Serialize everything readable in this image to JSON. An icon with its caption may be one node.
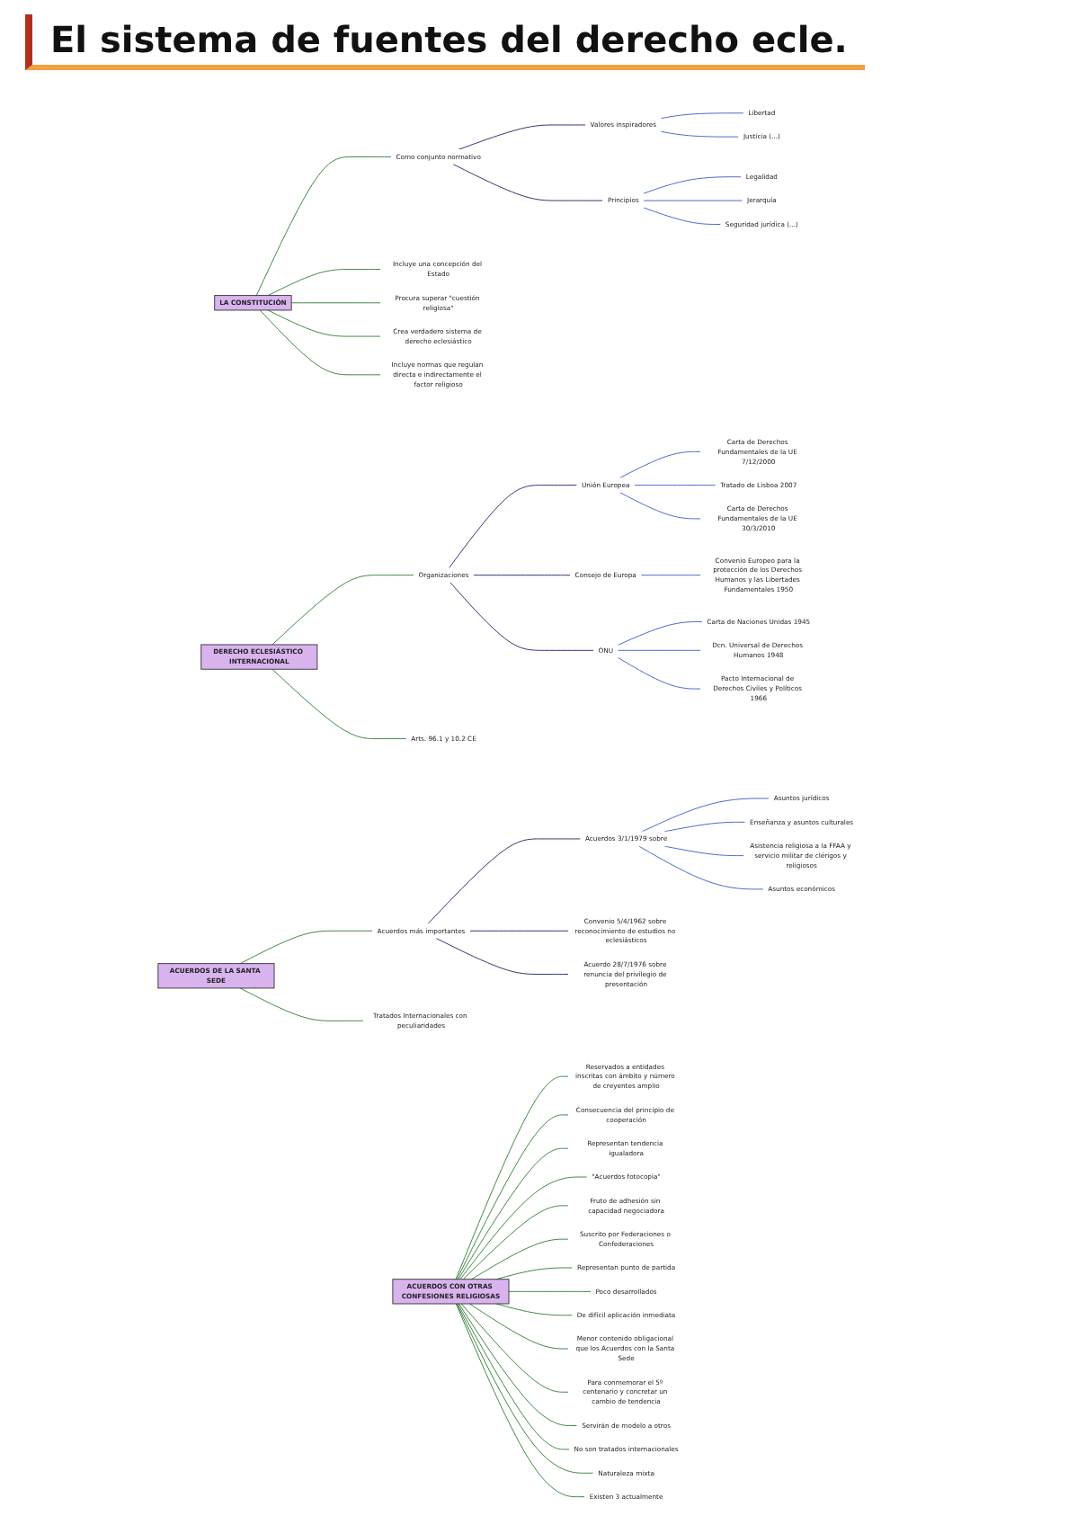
{
  "diagram": {
    "title": "El sistema de fuentes del derecho ecle.",
    "nodes": [
      {
        "text": [
          "LA CONSTITUCIÓN"
        ]
      },
      {
        "text": [
          "Como conjunto normativo"
        ]
      },
      {
        "text": [
          "Principios"
        ]
      },
      {
        "text": [
          "Legalidad"
        ]
      },
      {
        "text": [
          "Jerarquía"
        ]
      },
      {
        "text": [
          "Seguridad jurídica (...)"
        ]
      },
      {
        "text": [
          "Valores inspiradores"
        ]
      },
      {
        "text": [
          "Libertad"
        ]
      },
      {
        "text": [
          "Justicia (...)"
        ]
      },
      {
        "text": [
          "Incluye una concepción del Estado"
        ]
      },
      {
        "text": [
          "Procura superar \"cuestión religiosa\""
        ]
      },
      {
        "text": [
          "Crea verdadero sistema de derecho eclesiástico"
        ]
      },
      {
        "text": [
          "Incluye normas que regulan directa e indirectamente el factor religioso"
        ]
      },
      {
        "text": [
          "DERECHO ECLESIÁSTICO INTERNACIONAL"
        ]
      },
      {
        "text": [
          "Arts. 96.1 y 10.2 CE"
        ]
      },
      {
        "text": [
          "Organizaciones"
        ]
      },
      {
        "text": [
          "ONU"
        ]
      },
      {
        "text": [
          "Carta de Naciones Unidas 1945"
        ]
      },
      {
        "text": [
          "Dcn. Universal de Derechos Humanos 1948"
        ]
      },
      {
        "text": [
          "Pacto Internacional de Derechos Civiles y Políticos 1966"
        ]
      },
      {
        "text": [
          "Consejo de Europa"
        ]
      },
      {
        "text": [
          "Convenio Europeo para la protección de los Derechos Humanos y las Libertades Fundamentales 1950"
        ]
      },
      {
        "text": [
          "Unión Europea"
        ]
      },
      {
        "text": [
          "Carta de Derechos Fundamentales de la UE 7/12/2000"
        ]
      },
      {
        "text": [
          "Tratado de Lisboa 2007"
        ]
      },
      {
        "text": [
          "Carta de Derechos Fundamentales de la UE 30/3/2010"
        ]
      },
      {
        "text": [
          "ACUERDOS DE LA SANTA SEDE"
        ]
      },
      {
        "text": [
          "Tratados Internacionales con peculiaridades"
        ]
      },
      {
        "text": [
          "Acuerdos más importantes"
        ]
      },
      {
        "text": [
          "Convenio 5/4/1962 sobre reconocimiento de estudios no eclesiásticos"
        ]
      },
      {
        "text": [
          "Acuerdo 28/7/1976 sobre renuncia del privilegio de presentación"
        ]
      },
      {
        "text": [
          "Acuerdos 3/1/1979 sobre"
        ]
      },
      {
        "text": [
          "Asuntos jurídicos"
        ]
      },
      {
        "text": [
          "Enseñanza y asuntos culturales"
        ]
      },
      {
        "text": [
          "Asistencia religiosa a la FFAA y servicio militar de clérigos y religiosos"
        ]
      },
      {
        "text": [
          "Asuntos económicos"
        ]
      },
      {
        "text": [
          "ACUERDOS CON OTRAS CONFESIONES RELIGIOSAS"
        ]
      },
      {
        "text": [
          "Reservados a entidades inscritas con ámbito y número de creyentes amplio"
        ]
      },
      {
        "text": [
          "Consecuencia del principio de cooperación"
        ]
      },
      {
        "text": [
          "Representan tendencia igualadora"
        ]
      },
      {
        "text": [
          "\"Acuerdos fotocopia\""
        ]
      },
      {
        "text": [
          "Fruto de adhesión sin capacidad negociadora"
        ]
      },
      {
        "text": [
          "Suscrito por Federaciones o Confederaciones"
        ]
      },
      {
        "text": [
          "Representan punto de partida"
        ]
      },
      {
        "text": [
          "Poco desarrollados"
        ]
      },
      {
        "text": [
          "De difícil aplicación inmediata"
        ]
      },
      {
        "text": [
          "Menor contenido obligacional que los Acuerdos con la Santa Sede"
        ]
      },
      {
        "text": [
          "Para conmemorar el 5º centenario y concretar un cambio de tendencia"
        ]
      },
      {
        "text": [
          "Servirán de modelo a otros"
        ]
      },
      {
        "text": [
          "No son tratados internacionales"
        ]
      },
      {
        "text": [
          "Naturaleza mixta"
        ]
      },
      {
        "text": [
          "Existen 3 actualmente"
        ]
      }
    ],
    "edges": [
      {
        "from": 0,
        "to": 1,
        "arrow": "none"
      },
      {
        "from": 1,
        "to": 2,
        "arrow": "none",
        "color": "#1c2466"
      },
      {
        "from": 2,
        "to": 3,
        "arrow": "none",
        "color": "#3a5bc7"
      },
      {
        "from": 2,
        "to": 4,
        "arrow": "none",
        "color": "#3a5bc7"
      },
      {
        "from": 2,
        "to": 5,
        "arrow": "none",
        "color": "#3a5bc7"
      },
      {
        "from": 1,
        "to": 6,
        "arrow": "none",
        "color": "#1c2466"
      },
      {
        "from": 6,
        "to": 7,
        "arrow": "none",
        "color": "#3a5bc7"
      },
      {
        "from": 6,
        "to": 8,
        "arrow": "none",
        "color": "#3a5bc7"
      },
      {
        "from": 0,
        "to": 9,
        "arrow": "none"
      },
      {
        "from": 0,
        "to": 10,
        "arrow": "none"
      },
      {
        "from": 0,
        "to": 11,
        "arrow": "none"
      },
      {
        "from": 0,
        "to": 12,
        "arrow": "none"
      },
      {
        "from": 13,
        "to": 14,
        "arrow": "none"
      },
      {
        "from": 13,
        "to": 15,
        "arrow": "none"
      },
      {
        "from": 15,
        "to": 16,
        "arrow": "none",
        "color": "#1c2466"
      },
      {
        "from": 16,
        "to": 17,
        "arrow": "none",
        "color": "#3a5bc7"
      },
      {
        "from": 16,
        "to": 18,
        "arrow": "none",
        "color": "#3a5bc7"
      },
      {
        "from": 16,
        "to": 19,
        "arrow": "none",
        "color": "#3a5bc7"
      },
      {
        "from": 15,
        "to": 20,
        "arrow": "none",
        "color": "#1c2466"
      },
      {
        "from": 20,
        "to": 21,
        "arrow": "none",
        "color": "#3a5bc7"
      },
      {
        "from": 15,
        "to": 22,
        "arrow": "none",
        "color": "#1c2466"
      },
      {
        "from": 22,
        "to": 23,
        "arrow": "none",
        "color": "#3a5bc7"
      },
      {
        "from": 22,
        "to": 24,
        "arrow": "none",
        "color": "#3a5bc7"
      },
      {
        "from": 22,
        "to": 25,
        "arrow": "none",
        "color": "#3a5bc7"
      },
      {
        "from": 26,
        "to": 27,
        "arrow": "none"
      },
      {
        "from": 26,
        "to": 28,
        "arrow": "none"
      },
      {
        "from": 28,
        "to": 29,
        "arrow": "none",
        "color": "#1c2466"
      },
      {
        "from": 28,
        "to": 30,
        "arrow": "none",
        "color": "#1c2466"
      },
      {
        "from": 28,
        "to": 31,
        "arrow": "none",
        "color": "#1c2466"
      },
      {
        "from": 31,
        "to": 32,
        "arrow": "none",
        "color": "#3a5bc7"
      },
      {
        "from": 31,
        "to": 33,
        "arrow": "none",
        "color": "#3a5bc7"
      },
      {
        "from": 31,
        "to": 34,
        "arrow": "none",
        "color": "#3a5bc7"
      },
      {
        "from": 31,
        "to": 35,
        "arrow": "none",
        "color": "#3a5bc7"
      },
      {
        "from": 36,
        "to": 37,
        "arrow": "none"
      },
      {
        "from": 36,
        "to": 38,
        "arrow": "none"
      },
      {
        "from": 36,
        "to": 39,
        "arrow": "none"
      },
      {
        "from": 36,
        "to": 40,
        "arrow": "none"
      },
      {
        "from": 36,
        "to": 41,
        "arrow": "none"
      },
      {
        "from": 36,
        "to": 42,
        "arrow": "none"
      },
      {
        "from": 36,
        "to": 43,
        "arrow": "none"
      },
      {
        "from": 36,
        "to": 44,
        "arrow": "none"
      },
      {
        "from": 36,
        "to": 45,
        "arrow": "none"
      },
      {
        "from": 36,
        "to": 46,
        "arrow": "none"
      },
      {
        "from": 36,
        "to": 47,
        "arrow": "none"
      },
      {
        "from": 36,
        "to": 48,
        "arrow": "none"
      },
      {
        "from": 36,
        "to": 49,
        "arrow": "none"
      },
      {
        "from": 36,
        "to": 50,
        "arrow": "none"
      },
      {
        "from": 36,
        "to": 51,
        "arrow": "none"
      }
    ]
  }
}
